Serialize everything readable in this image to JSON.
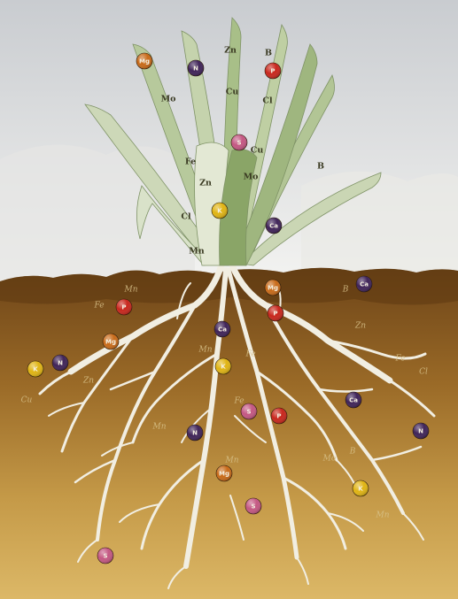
{
  "colors": {
    "sky_top": "#c9ccd0",
    "sky_bottom": "#f3f3f1",
    "soil_top": "#7a4e1f",
    "soil_mid": "#a8772e",
    "soil_bottom": "#d9b363",
    "leaf": "#b4c59a",
    "leaf_light": "#dfe6cf",
    "root": "#f2efe4",
    "disc_orange": "#c86a18",
    "disc_red": "#c8261c",
    "disc_purple": "#3f2358",
    "disc_yellow": "#e0b413",
    "disc_pink": "#c45782"
  },
  "plant_labels": [
    {
      "id": "zn-top",
      "text": "Zn"
    },
    {
      "id": "b-top",
      "text": "B"
    },
    {
      "id": "mo-1",
      "text": "Mo"
    },
    {
      "id": "cu-1",
      "text": "Cu"
    },
    {
      "id": "cl-1",
      "text": "Cl"
    },
    {
      "id": "cu-2",
      "text": "Cu"
    },
    {
      "id": "fe-1",
      "text": "Fe"
    },
    {
      "id": "mo-2",
      "text": "Mo"
    },
    {
      "id": "zn-2",
      "text": "Zn"
    },
    {
      "id": "b-2",
      "text": "B"
    },
    {
      "id": "cl-2",
      "text": "Cl"
    },
    {
      "id": "mn-1",
      "text": "Mn"
    }
  ],
  "soil_labels": [
    {
      "id": "mn-s1",
      "text": "Mn"
    },
    {
      "id": "fe-s1",
      "text": "Fe"
    },
    {
      "id": "b-s1",
      "text": "B"
    },
    {
      "id": "zn-s1",
      "text": "Zn"
    },
    {
      "id": "mn-s2",
      "text": "Mn"
    },
    {
      "id": "fe-s2",
      "text": "Fe"
    },
    {
      "id": "fe-s3",
      "text": "Fe"
    },
    {
      "id": "cu-s1",
      "text": "Cu"
    },
    {
      "id": "cl-s1",
      "text": "Cl"
    },
    {
      "id": "zn-s2",
      "text": "Zn"
    },
    {
      "id": "fe-s4",
      "text": "Fe"
    },
    {
      "id": "mn-s3",
      "text": "Mn"
    },
    {
      "id": "b-s2",
      "text": "B"
    },
    {
      "id": "mn-s4",
      "text": "Mn"
    },
    {
      "id": "mo-s1",
      "text": "Mo"
    },
    {
      "id": "mn-s5",
      "text": "Mn"
    }
  ],
  "nutrient_discs": [
    {
      "id": "d-mg-leaf",
      "text": "Mg",
      "color": "orange"
    },
    {
      "id": "d-n-leaf",
      "text": "N",
      "color": "purple"
    },
    {
      "id": "d-p-leaf",
      "text": "P",
      "color": "red"
    },
    {
      "id": "d-s-leaf",
      "text": "S",
      "color": "pink"
    },
    {
      "id": "d-k-leaf",
      "text": "K",
      "color": "yellow"
    },
    {
      "id": "d-ca-leaf",
      "text": "Ca",
      "color": "purple"
    },
    {
      "id": "d-mg-base",
      "text": "Mg",
      "color": "orange"
    },
    {
      "id": "d-ca-right",
      "text": "Ca",
      "color": "purple"
    },
    {
      "id": "d-p-left",
      "text": "P",
      "color": "red"
    },
    {
      "id": "d-p-center",
      "text": "P",
      "color": "red"
    },
    {
      "id": "d-ca-center",
      "text": "Ca",
      "color": "purple"
    },
    {
      "id": "d-mg-left",
      "text": "Mg",
      "color": "orange"
    },
    {
      "id": "d-k-left",
      "text": "K",
      "color": "yellow"
    },
    {
      "id": "d-n-left",
      "text": "N",
      "color": "purple"
    },
    {
      "id": "d-k-center",
      "text": "K",
      "color": "yellow"
    },
    {
      "id": "d-ca-right2",
      "text": "Ca",
      "color": "purple"
    },
    {
      "id": "d-s-center",
      "text": "S",
      "color": "pink"
    },
    {
      "id": "d-p-center2",
      "text": "P",
      "color": "red"
    },
    {
      "id": "d-n-center",
      "text": "N",
      "color": "purple"
    },
    {
      "id": "d-n-right",
      "text": "N",
      "color": "purple"
    },
    {
      "id": "d-mg-low",
      "text": "Mg",
      "color": "orange"
    },
    {
      "id": "d-k-right",
      "text": "K",
      "color": "yellow"
    },
    {
      "id": "d-s-low",
      "text": "S",
      "color": "pink"
    },
    {
      "id": "d-s-bottom",
      "text": "S",
      "color": "pink"
    }
  ]
}
